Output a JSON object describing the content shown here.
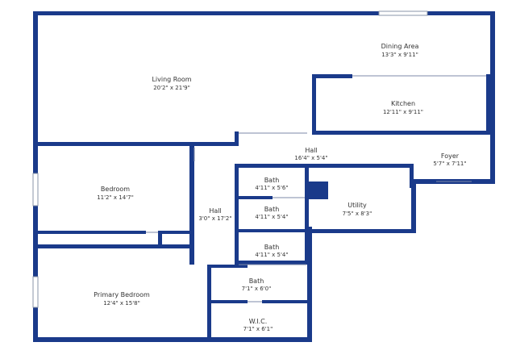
{
  "rooms": {
    "dining": {
      "name": "Dining Area",
      "dims": "13'3\" x 9'11\""
    },
    "living": {
      "name": "Living Room",
      "dims": "20'2\" x 21'9\""
    },
    "kitchen": {
      "name": "Kitchen",
      "dims": "12'11\" x 9'11\""
    },
    "hall_main": {
      "name": "Hall",
      "dims": "16'4\" x 5'4\""
    },
    "foyer": {
      "name": "Foyer",
      "dims": "5'7\" x 7'11\""
    },
    "bedroom": {
      "name": "Bedroom",
      "dims": "11'2\" x 14'7\""
    },
    "bath1": {
      "name": "Bath",
      "dims": "4'11\" x 5'6\""
    },
    "hall_side": {
      "name": "Hall",
      "dims": "3'0\" x 17'2\""
    },
    "bath2": {
      "name": "Bath",
      "dims": "4'11\" x 5'4\""
    },
    "utility": {
      "name": "Utility",
      "dims": "7'5\" x 8'3\""
    },
    "bath3": {
      "name": "Bath",
      "dims": "4'11\" x 5'4\""
    },
    "primary": {
      "name": "Primary Bedroom",
      "dims": "12'4\" x 15'8\""
    },
    "bath4": {
      "name": "Bath",
      "dims": "7'1\" x 6'0\""
    },
    "wic": {
      "name": "W.I.C.",
      "dims": "7'1\" x 6'1\""
    }
  },
  "watermark": "",
  "colors": {
    "wall": "#1a3a8a",
    "text": "#333333",
    "background": "#ffffff"
  }
}
